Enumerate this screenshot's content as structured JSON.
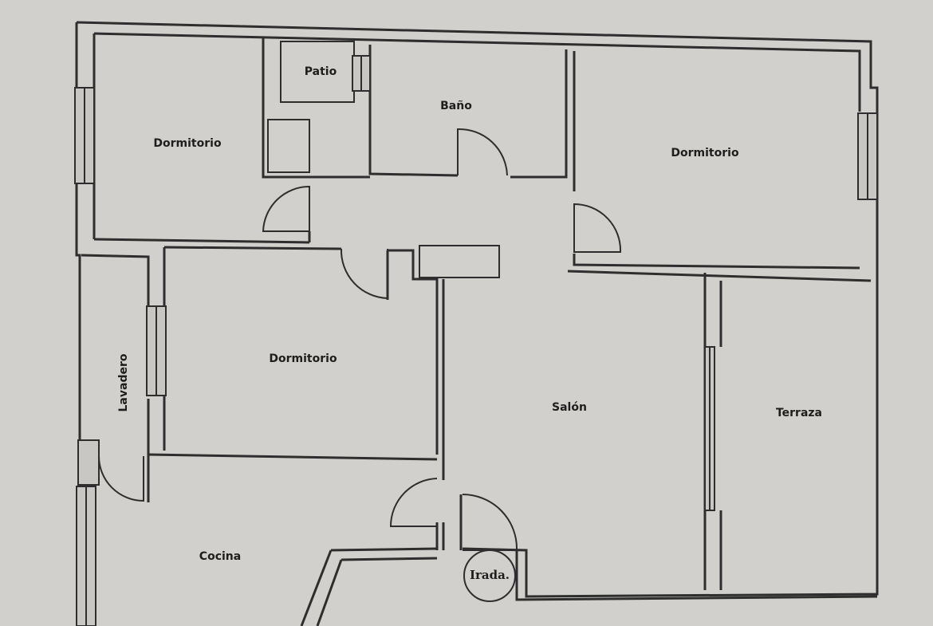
{
  "floor_plan": {
    "rooms": {
      "dormitorio_top_left": "Dormitorio",
      "patio": "Patio",
      "bano": "Baño",
      "dormitorio_top_right": "Dormitorio",
      "dormitorio_middle": "Dormitorio",
      "lavadero": "Lavadero",
      "salon": "Salón",
      "terraza": "Terraza",
      "cocina": "Cocina"
    },
    "entrance_label": "Irada."
  },
  "colors": {
    "paper": "#d2d0cc",
    "ink": "#2e2e2e"
  }
}
